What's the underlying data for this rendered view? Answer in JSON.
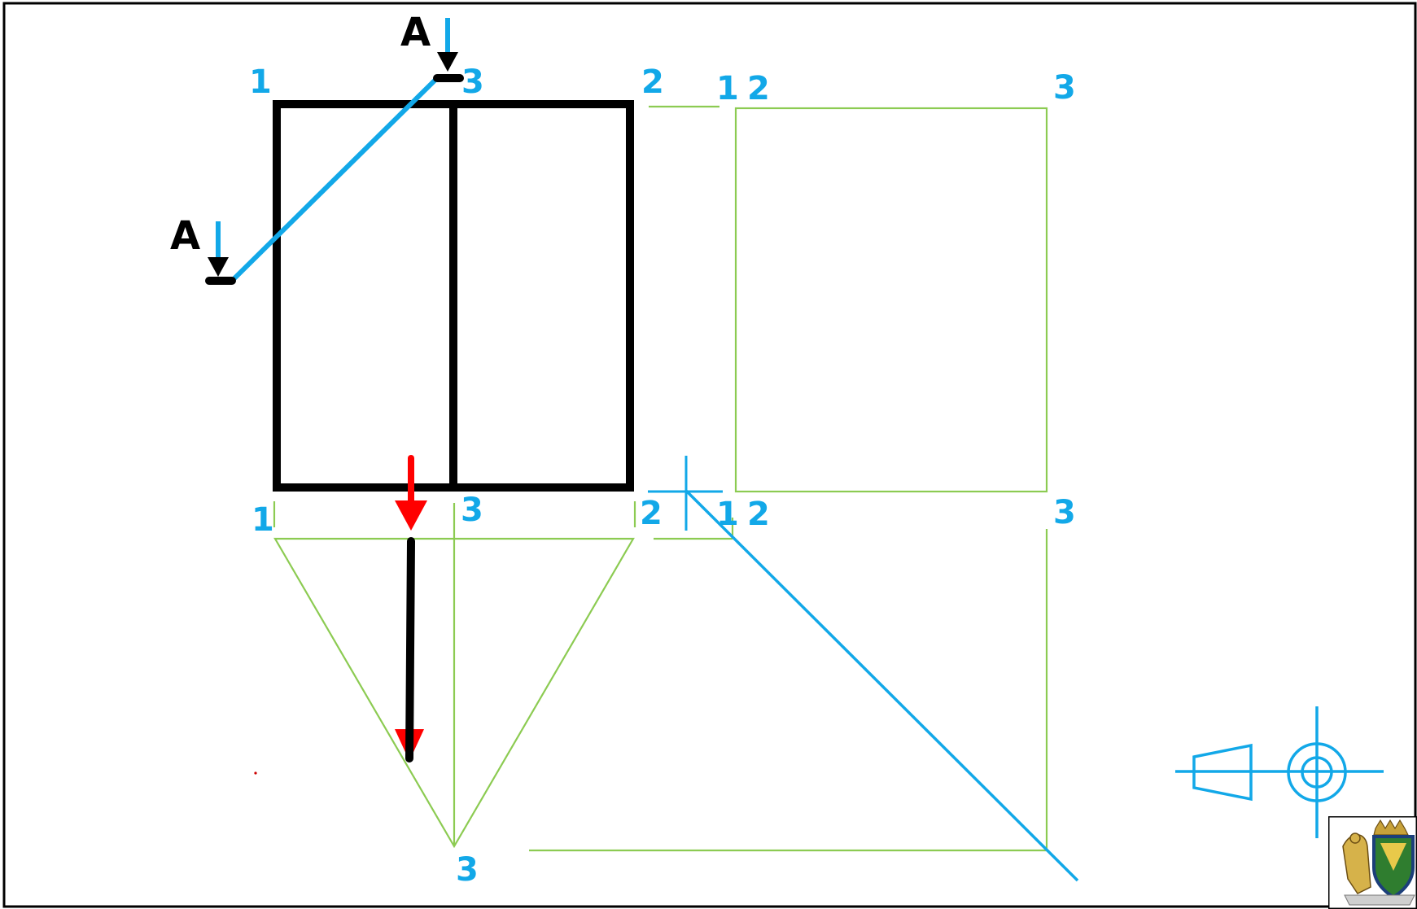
{
  "colors": {
    "outline": "#000000",
    "construction": "#8ccb52",
    "cutting_plane": "#12a8e8",
    "labels": "#12a8e8",
    "projection_arrow": "#ff0000"
  },
  "section_labels": [
    "A",
    "A"
  ],
  "point_labels": {
    "front_view": [
      "1",
      "3",
      "2"
    ],
    "side_view_top": [
      "1",
      "2",
      "3"
    ],
    "front_view_bottom": [
      "1",
      "3",
      "2"
    ],
    "side_view_bottom": [
      "1",
      "2",
      "3"
    ],
    "top_view_apex": "3"
  },
  "icons": [
    "projection-symbol-icon",
    "coat-of-arms-icon"
  ]
}
